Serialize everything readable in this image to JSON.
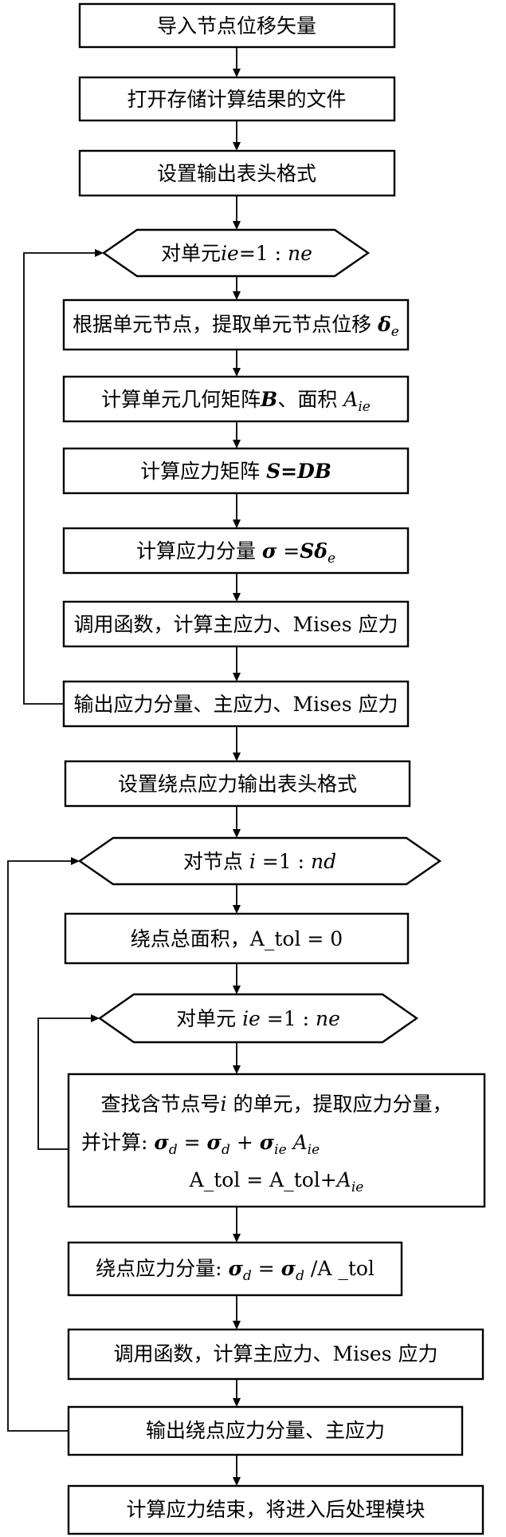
{
  "flowchart": {
    "n1": {
      "text": "导入节点位移矢量"
    },
    "n2": {
      "text": "打开存储计算结果的文件"
    },
    "n3": {
      "text": "设置输出表头格式"
    },
    "n4": {
      "text_a": "对单元",
      "var": "ie",
      "text_b": "=1 : ",
      "var2": "ne"
    },
    "n5": {
      "text_a": "根据单元节点，提取单元节点位移 ",
      "sym": "δ",
      "sub": "e"
    },
    "n6": {
      "text_a": "计算单元几何矩阵",
      "sym": "B",
      "text_b": "、面积 ",
      "sym2": "A",
      "sub": "ie"
    },
    "n7": {
      "text_a": "计算应力矩阵 ",
      "eq": "S=DB"
    },
    "n8": {
      "text_a": "计算应力分量 ",
      "s1": "σ",
      "eq": " =",
      "s2": "S",
      "s3": "δ",
      "sub": "e"
    },
    "n9": {
      "text": "调用函数，计算主应力、Mises 应力"
    },
    "n10": {
      "text": "输出应力分量、主应力、Mises 应力"
    },
    "n11": {
      "text": "设置绕点应力输出表头格式"
    },
    "n12": {
      "text_a": "对节点 ",
      "var": "i",
      "text_b": " =1 : ",
      "var2": "nd"
    },
    "n13": {
      "text": "绕点总面积，A_tol = 0"
    },
    "n14": {
      "text_a": "对单元 ",
      "var": "ie",
      "text_b": " =1 : ",
      "var2": "ne"
    },
    "n15": {
      "line1_a": "查找含节点号",
      "line1_var": "i",
      "line1_b": " 的单元，提取应力分量，",
      "line2_a": "并计算: ",
      "line2_s1": "σ",
      "line2_sub1": "d",
      "line2_eq1": " = ",
      "line2_s2": "σ",
      "line2_sub2": "d",
      "line2_eq2": " + ",
      "line2_s3": "σ",
      "line2_sub3": "ie",
      "line2_s4": " A",
      "line2_sub4": "ie",
      "line3_a": "A_tol = A_tol+",
      "line3_s": "A",
      "line3_sub": "ie"
    },
    "n16": {
      "text_a": "绕点应力分量: ",
      "s1": "σ",
      "sub1": "d",
      "eq": " = ",
      "s2": "σ",
      "sub2": "d",
      "text_b": " /A _tol"
    },
    "n17": {
      "text": "调用函数，计算主应力、Mises 应力"
    },
    "n18": {
      "text": "输出绕点应力分量、主应力"
    },
    "n19": {
      "text": "计算应力结束，将进入后处理模块"
    }
  }
}
